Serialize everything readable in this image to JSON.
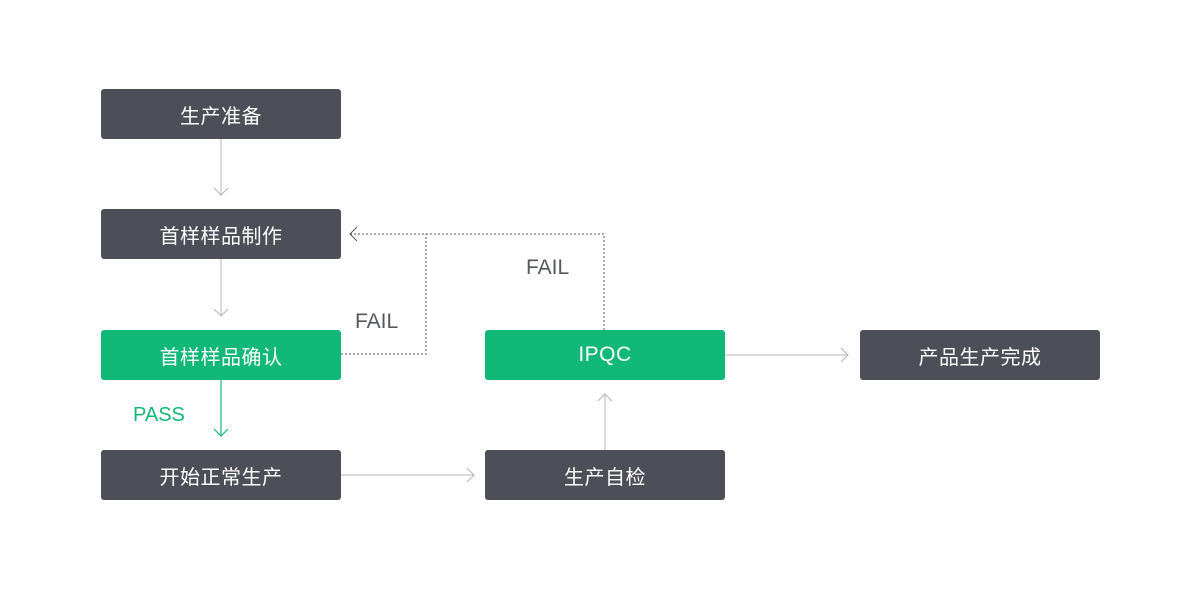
{
  "nodes": {
    "prep": "生产准备",
    "first_sample_make": "首样样品制作",
    "first_sample_confirm": "首样样品确认",
    "start_production": "开始正常生产",
    "self_check": "生产自检",
    "ipqc": "IPQC",
    "complete": "产品生产完成"
  },
  "edge_labels": {
    "fail_confirm": "FAIL",
    "fail_ipqc": "FAIL",
    "pass": "PASS"
  },
  "colors": {
    "dark_node": "#4d4f58",
    "green_node": "#12b877",
    "arrow": "#b5b5b5",
    "dashed": "#55575e",
    "pass_arrow": "#12b877"
  }
}
